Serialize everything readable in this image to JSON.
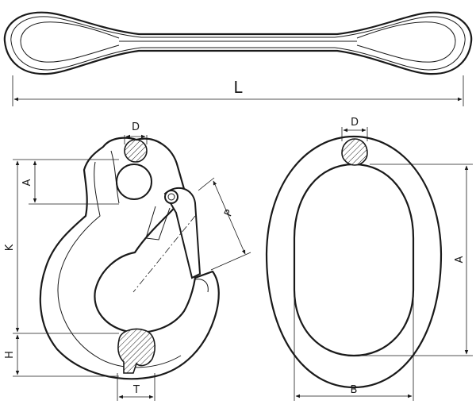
{
  "labels": {
    "length": "L",
    "hook_diameter": "D",
    "hook_a": "A",
    "hook_k": "K",
    "hook_h": "H",
    "hook_p": "P",
    "hook_t": "T",
    "link_diameter": "D",
    "link_a": "A",
    "link_b": "B"
  }
}
